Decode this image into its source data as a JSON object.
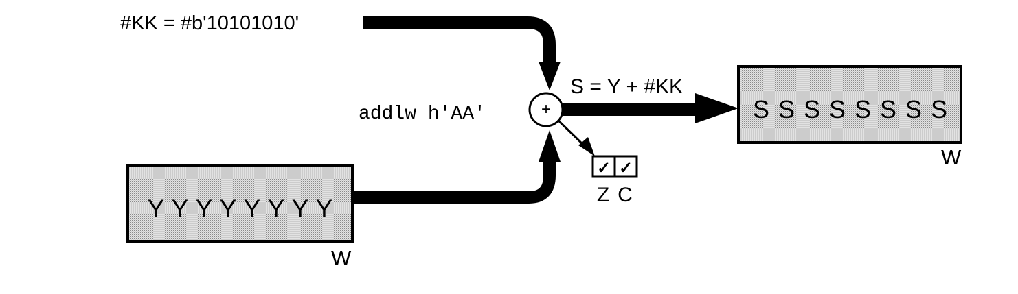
{
  "literal_label": "#KK = #b'10101010'",
  "instruction": "addlw h'AA'",
  "adder_symbol": "+",
  "result_label": "S = Y + #KK",
  "input_register": {
    "bits": [
      "Y",
      "Y",
      "Y",
      "Y",
      "Y",
      "Y",
      "Y",
      "Y"
    ],
    "name": "W"
  },
  "output_register": {
    "bits": [
      "S",
      "S",
      "S",
      "S",
      "S",
      "S",
      "S",
      "S"
    ],
    "name": "W"
  },
  "flags": [
    {
      "name": "Z",
      "mark": "✓"
    },
    {
      "name": "C",
      "mark": "✓"
    }
  ],
  "colors": {
    "ink": "#000000",
    "register_fill": "#d0d0d0",
    "background": "#ffffff"
  }
}
